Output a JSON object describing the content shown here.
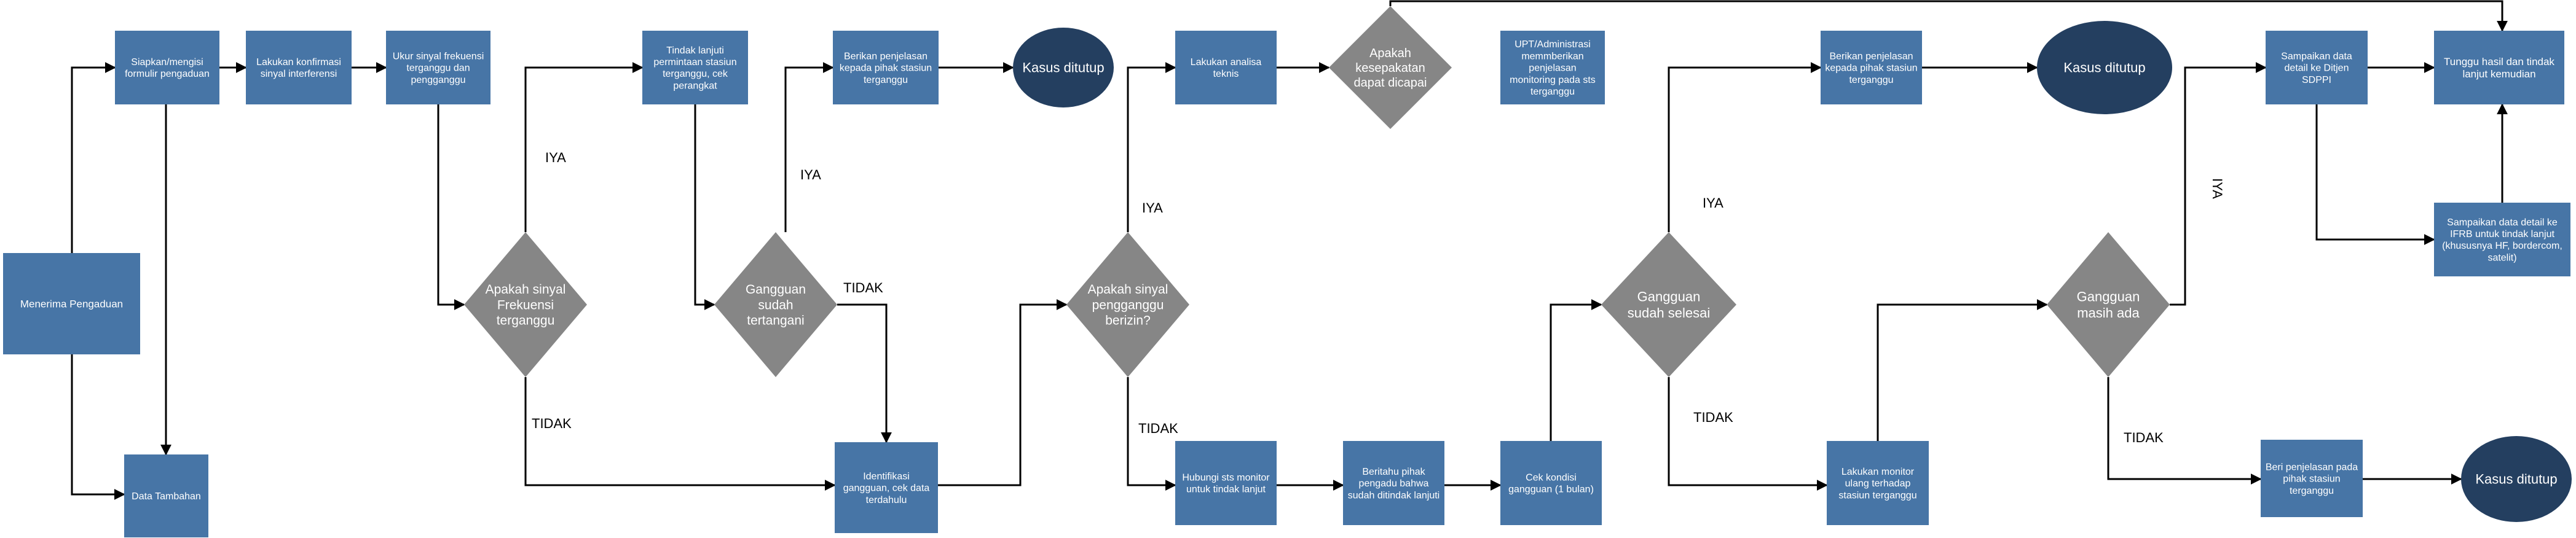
{
  "colors": {
    "box": "#4775a6",
    "box_text": "#ffffff",
    "decision": "#868686",
    "terminal": "#243f60",
    "line": "#000000"
  },
  "nodes": {
    "n1": "Menerima Pengaduan",
    "n2": "Siapkan/mengisi formulir pengaduan",
    "n3": "Data Tambahan",
    "n4": "Lakukan konfirmasi sinyal interferensi",
    "n5": "Ukur sinyal frekuensi terganggu dan pengganggu",
    "d1": "Apakah sinyal Frekuensi terganggu",
    "n6": "Tindak lanjuti permintaan stasiun terganggu, cek perangkat",
    "d2": "Gangguan sudah tertangani",
    "n7": "Berikan penjelasan kepada pihak stasiun terganggu",
    "t1": "Kasus ditutup",
    "n8": "Identifikasi gangguan, cek data terdahulu",
    "d3": "Apakah sinyal pengganggu berizin?",
    "n9": "Lakukan analisa teknis",
    "d4": "Apakah kesepakatan dapat dicapai",
    "n10": "UPT/Administrasi memmberikan penjelasan monitoring pada sts terganggu",
    "n11": "Hubungi sts monitor untuk tindak lanjut",
    "n12": "Beritahu pihak pengadu bahwa sudah ditindak lanjuti",
    "n13": "Cek kondisi gangguan (1 bulan)",
    "d5": "Gangguan sudah selesai",
    "n14": "Berikan penjelasan kepada pihak stasiun terganggu",
    "t2": "Kasus ditutup",
    "n15": "Lakukan monitor ulang terhadap stasiun terganggu",
    "d6": "Gangguan masih ada",
    "n16": "Sampaikan data detail ke Ditjen SDPPI",
    "n17": "Tunggu hasil dan tindak lanjut kemudian",
    "n18": "Sampaikan data detail ke IFRB untuk tindak lanjut (khususnya HF, bordercom, satelit)",
    "n19": "Beri penjelasan pada pihak stasiun terganggu",
    "t3": "Kasus ditutup"
  },
  "labels": {
    "yes1": "IYA",
    "no1": "TIDAK",
    "yes2": "IYA",
    "no2": "TIDAK",
    "yes3": "IYA",
    "no3": "TIDAK",
    "yes4": "IYA",
    "no4": "TIDAK",
    "yes5": "IYA",
    "no5": "TIDAK"
  }
}
